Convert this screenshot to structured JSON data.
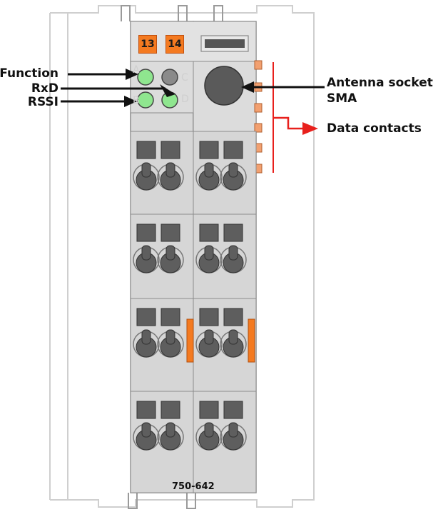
{
  "labels": {
    "function": "Function",
    "rxd": "RxD",
    "rssi": "RSSI",
    "antenna_line1": "Antenna socket",
    "antenna_line2": "SMA",
    "data_contacts": "Data contacts"
  },
  "module": {
    "tag_left": "13",
    "tag_right": "14",
    "part_number": "750-642",
    "led_letters": [
      "A",
      "C",
      "B",
      "D"
    ]
  },
  "colors": {
    "housing": "#d9d9d9",
    "housing_edge": "#8c8c8c",
    "rail": "#c8c8c8",
    "led_green": "#8fe68f",
    "led_grey": "#8a8a8a",
    "orange": "#f47a20",
    "red": "#e8201c",
    "arrow": "#111111",
    "slot": "#5e5e5e"
  }
}
